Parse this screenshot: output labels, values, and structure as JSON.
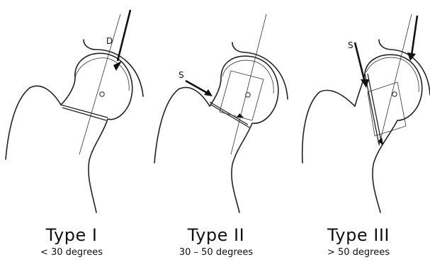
{
  "panels": [
    {
      "title": "Type I",
      "subtitle": "< 30 degrees",
      "force_label": "D"
    },
    {
      "title": "Type II",
      "subtitle": "30 – 50 degrees",
      "force_label": "S"
    },
    {
      "title": "Type III",
      "subtitle": "> 50 degrees",
      "force_label": "S"
    }
  ],
  "colors": {
    "line": "#222222",
    "background": "#ffffff"
  }
}
